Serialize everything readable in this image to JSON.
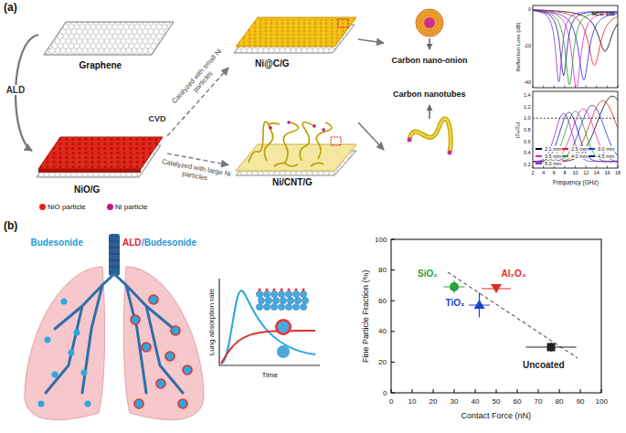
{
  "diagram": {
    "nodes": [
      {
        "text": [
          "Graphene"
        ]
      },
      {
        "text": [
          "NiO/G"
        ]
      },
      {
        "text": [
          "Ni@C/G"
        ]
      },
      {
        "text": [
          "Ni/CNT/G"
        ]
      },
      {
        "text": [
          "Carbon nano-onion"
        ]
      },
      {
        "text": [
          "Carbon nanotubes"
        ]
      }
    ],
    "edges": [
      {
        "from": 0,
        "to": 1,
        "arrow": "to",
        "label": "ALD"
      },
      {
        "from": 1,
        "to": 2,
        "arrow": "to",
        "label": "Catalyzed with small Ni particles"
      },
      {
        "from": 1,
        "to": 3,
        "arrow": "to",
        "label": "Catalyzed with large Ni particles"
      },
      {
        "from": 2,
        "to": 4,
        "arrow": "to"
      },
      {
        "from": 3,
        "to": 5,
        "arrow": "to"
      }
    ],
    "labels": [
      "(a)",
      "CVD",
      "NCG 100",
      "Reflection Loss (dB)",
      "0",
      "-20",
      "-40",
      "|Zᵢₙ/Z₀|",
      "1.4",
      "1.2",
      "1.0",
      "0.8",
      "0.6",
      "0.4",
      "0.2",
      "2",
      "4",
      "6",
      "8",
      "10",
      "12",
      "14",
      "16",
      "18",
      "Frequency (GHz)",
      "(b)",
      "Budesonide",
      "ALD",
      "/Budesonide",
      "Lung absorption rate",
      "Time",
      "Fine Particle Fraction (%)",
      "0",
      "20",
      "40",
      "60",
      "80",
      "100",
      "0",
      "10",
      "20",
      "30",
      "40",
      "50",
      "60",
      "70",
      "80",
      "90",
      "100",
      "Contact Force (nN)",
      "SiO₂",
      "Al₂O₃",
      "TiO₂",
      "Uncoated"
    ],
    "legend": [
      {
        "text": "NiO particle",
        "color": "#e3261b"
      },
      {
        "text": "Ni particle",
        "color": "#c4177f"
      },
      {
        "text": "2.1 mm"
      },
      {
        "text": "2.5 mm"
      },
      {
        "text": "3.0 mm"
      },
      {
        "text": "3.5 mm"
      },
      {
        "text": "4.0 mm"
      },
      {
        "text": "4.5 mm"
      },
      {
        "text": "5.0 mm"
      }
    ]
  }
}
